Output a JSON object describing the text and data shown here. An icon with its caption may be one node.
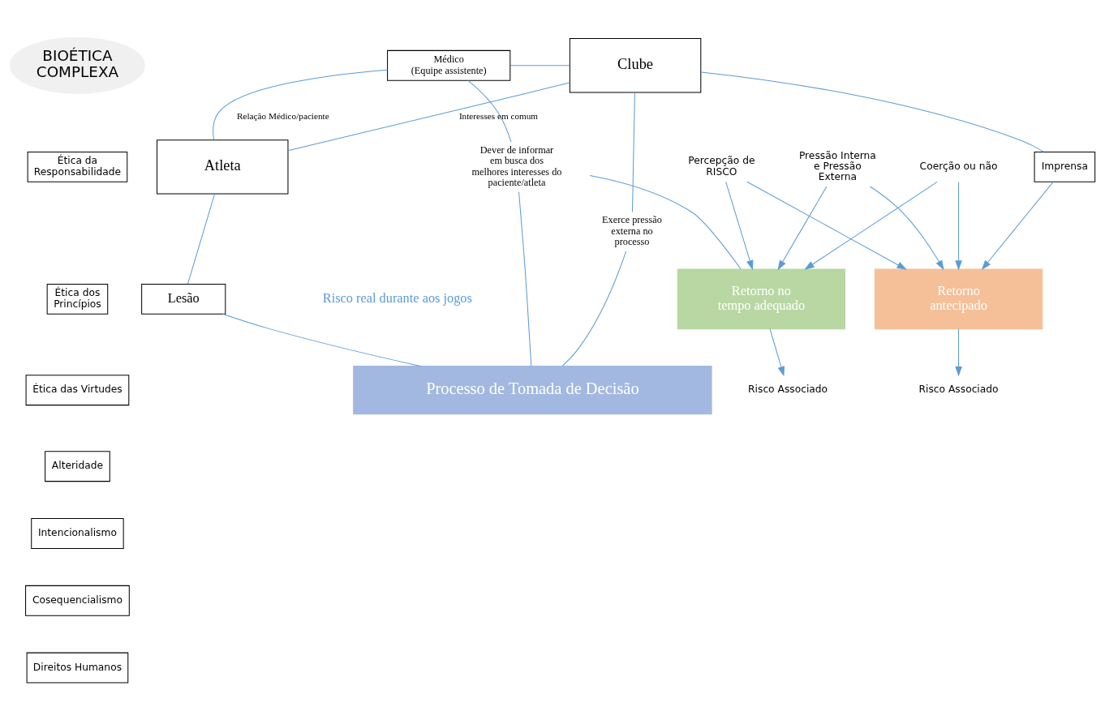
{
  "diagram": {
    "nodes": [
      {
        "text": [
          "BIOÉTICA COMPLEXA"
        ]
      },
      {
        "text": [
          "Ética da Responsabilidade"
        ]
      },
      {
        "text": [
          "Ética dos Princípios"
        ]
      },
      {
        "text": [
          "Ética das Virtudes"
        ]
      },
      {
        "text": [
          "Alteridade"
        ]
      },
      {
        "text": [
          "Intencionalismo"
        ]
      },
      {
        "text": [
          "Cosequencialismo"
        ]
      },
      {
        "text": [
          "Direitos Humanos"
        ]
      },
      {
        "text": [
          "Médico",
          "(Equipe assistente)"
        ]
      },
      {
        "text": [
          "Atleta"
        ]
      },
      {
        "text": [
          "Clube"
        ]
      },
      {
        "text": [
          "Lesão"
        ]
      },
      {
        "text": [
          "Processo de Tomada de Decisão"
        ]
      },
      {
        "text": [
          "Imprensa"
        ]
      },
      {
        "text": [
          "Retorno no tempo adequado"
        ]
      },
      {
        "text": [
          "Retorno antecipado"
        ]
      },
      {
        "text": [
          "Dever de informar em busca dos melhores interesses do paciente/atleta"
        ]
      },
      {
        "text": [
          "Exerce pressão externa no processo"
        ]
      },
      {
        "text": [
          "Percepção de RISCO"
        ]
      },
      {
        "text": [
          "Pressão Interna e Pressão Externa"
        ]
      },
      {
        "text": [
          "Coerção ou não"
        ]
      },
      {
        "text": [
          "Risco Associado"
        ]
      },
      {
        "text": [
          "Risco Associado"
        ]
      }
    ],
    "edges": [
      {
        "from": 8,
        "to": 10,
        "arrow": "none"
      },
      {
        "from": 8,
        "to": 9,
        "arrow": "none",
        "label": "Relação Médico/paciente"
      },
      {
        "from": 9,
        "to": 10,
        "arrow": "none",
        "label": "Interesses em comum"
      },
      {
        "from": 9,
        "to": 11,
        "arrow": "none"
      },
      {
        "from": 11,
        "to": 12,
        "arrow": "none"
      },
      {
        "from": 8,
        "to": 16,
        "arrow": "none"
      },
      {
        "from": 16,
        "to": 14,
        "arrow": "none"
      },
      {
        "from": 16,
        "to": 12,
        "arrow": "none"
      },
      {
        "from": 10,
        "to": 17,
        "arrow": "none"
      },
      {
        "from": 17,
        "to": 12,
        "arrow": "none"
      },
      {
        "from": 10,
        "to": 13,
        "arrow": "none"
      },
      {
        "from": 13,
        "to": 15,
        "arrow": "to"
      },
      {
        "from": 18,
        "to": 14,
        "arrow": "to"
      },
      {
        "from": 18,
        "to": 15,
        "arrow": "to"
      },
      {
        "from": 19,
        "to": 14,
        "arrow": "to"
      },
      {
        "from": 19,
        "to": 15,
        "arrow": "to"
      },
      {
        "from": 20,
        "to": 14,
        "arrow": "to"
      },
      {
        "from": 20,
        "to": 15,
        "arrow": "to"
      },
      {
        "from": 14,
        "to": 21,
        "arrow": "to"
      },
      {
        "from": 15,
        "to": 22,
        "arrow": "to"
      }
    ],
    "labels": [
      "Risco real durante aos jogos"
    ]
  }
}
